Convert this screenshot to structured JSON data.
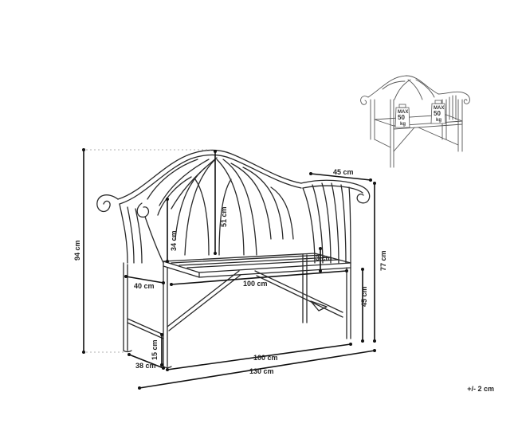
{
  "dimensions": {
    "back_width": "45 cm",
    "height_back": "51 cm",
    "height_arm": "34 cm",
    "thickness": "3 cm",
    "height_total": "94 cm",
    "height_arm_total": "77 cm",
    "depth_arm": "40 cm",
    "seat_width": "100 cm",
    "seat_height": "45 cm",
    "leg_height": "15 cm",
    "depth": "38 cm",
    "width_inner": "100 cm",
    "width_total": "130 cm"
  },
  "thumbnail": {
    "weight_label_top": "MAX",
    "weight_value": "50",
    "weight_unit": "kg"
  },
  "tolerance": "+/- 2 cm"
}
